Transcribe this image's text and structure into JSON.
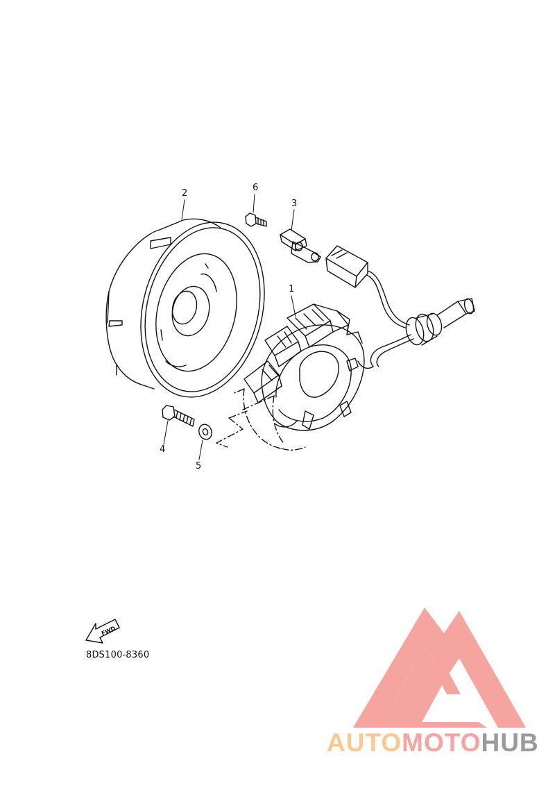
{
  "diagram": {
    "callouts": [
      "1",
      "2",
      "3",
      "4",
      "5",
      "6"
    ],
    "fwd_label": "FWD",
    "part_code": "8DS100-8360"
  },
  "watermark": {
    "word_auto": "AUTO",
    "word_moto": "MOTO",
    "word_hub": "HUB",
    "color_auto": "#f9c98f",
    "color_moto": "#f6a4a0",
    "color_hub": "#9a9a9a",
    "logo_color": "#f6a4a0"
  },
  "colors": {
    "line": "#111111",
    "background": "#ffffff"
  }
}
